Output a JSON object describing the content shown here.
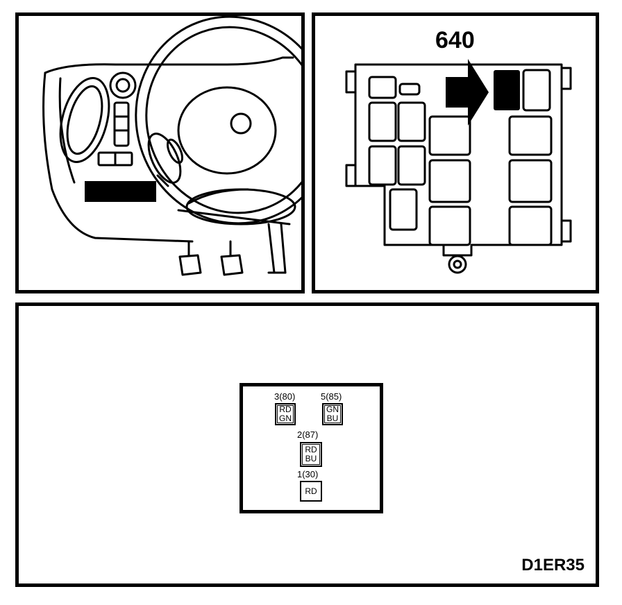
{
  "fuse_box": {
    "label": "640"
  },
  "connector": {
    "pins": [
      {
        "number": "3(80)",
        "wire1": "RD",
        "wire2": "GN"
      },
      {
        "number": "5(85)",
        "wire1": "GN",
        "wire2": "BU"
      },
      {
        "number": "2(87)",
        "wire1": "RD",
        "wire2": "BU"
      },
      {
        "number": "1(30)",
        "wire1": "RD",
        "wire2": ""
      }
    ]
  },
  "figure": {
    "code": "D1ER35"
  }
}
